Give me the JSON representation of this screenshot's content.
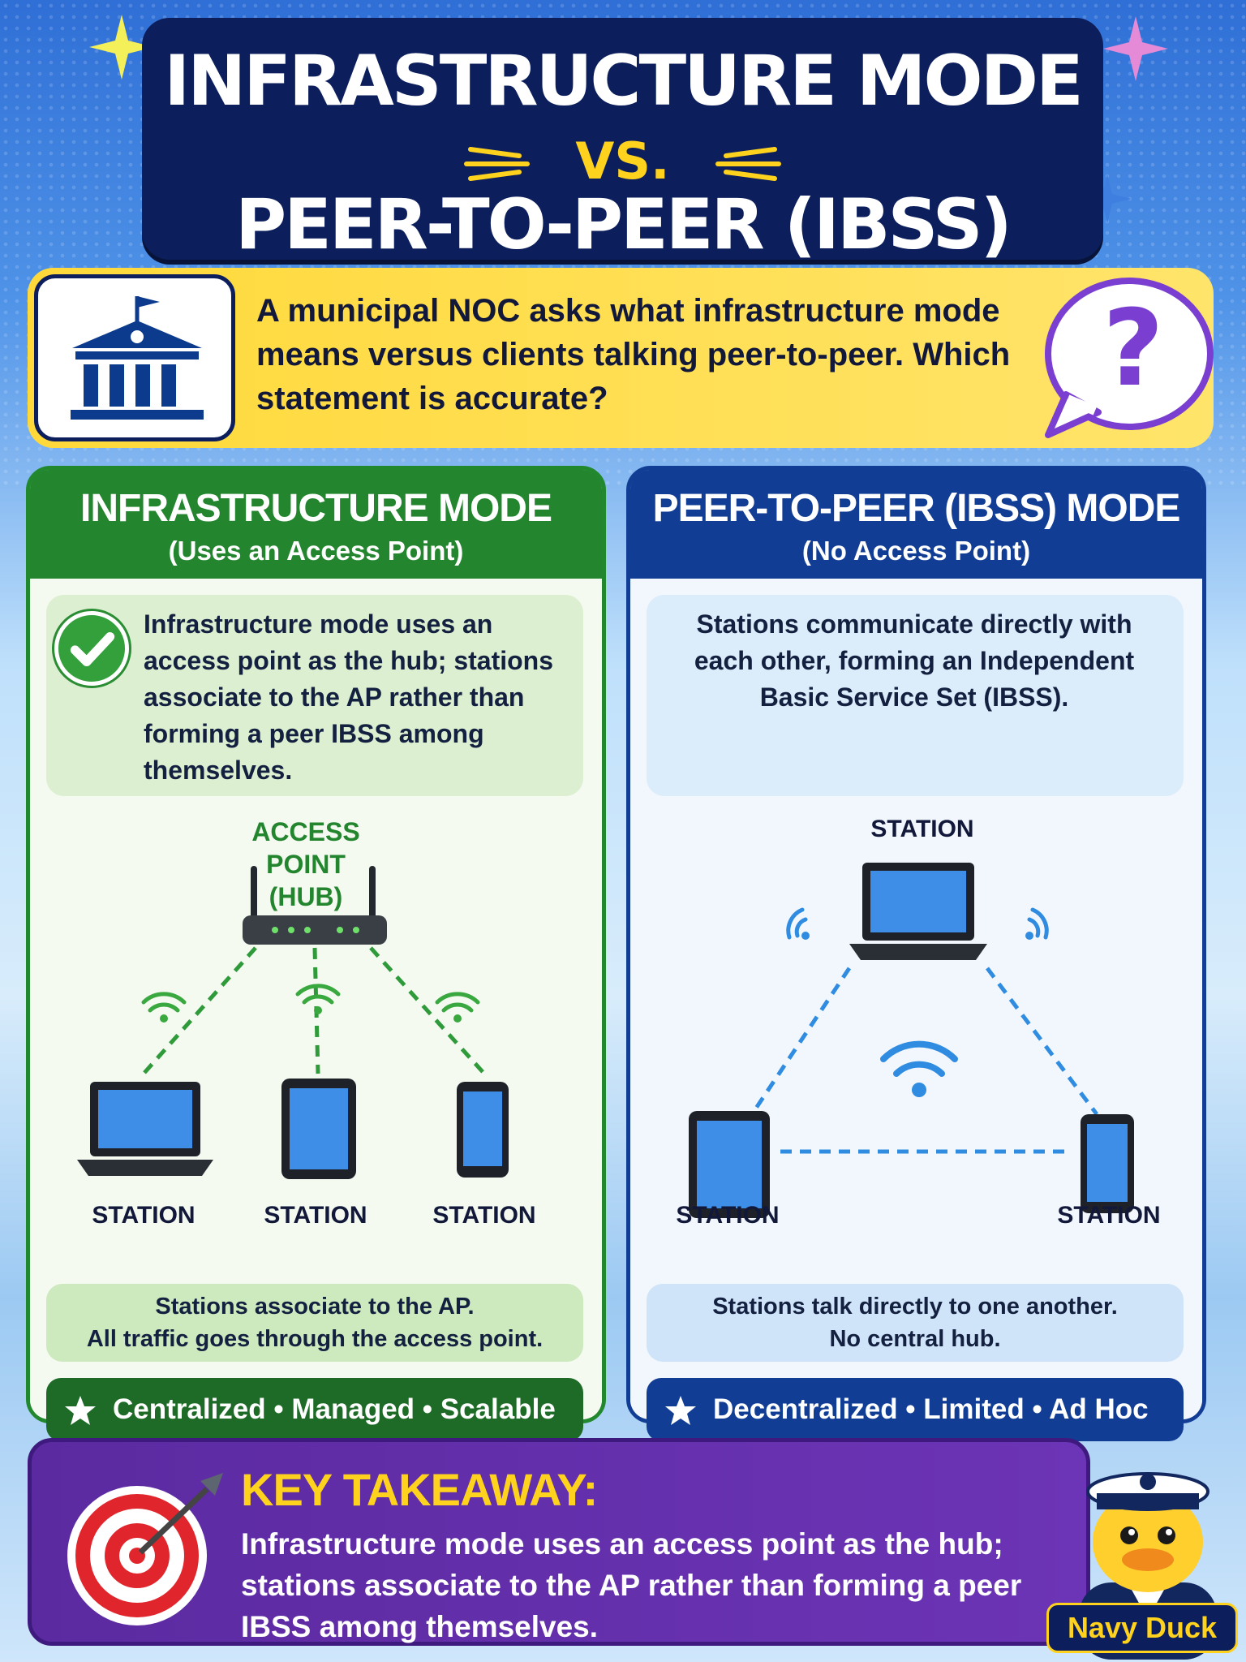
{
  "title": {
    "line1": "INFRASTRUCTURE MODE",
    "vs": "VS.",
    "line2": "PEER-TO-PEER (IBSS)"
  },
  "question": {
    "text": "A municipal NOC asks what infrastructure mode means versus clients talking peer-to-peer. Which statement is accurate?",
    "bubble_symbol": "?"
  },
  "infrastructure": {
    "title": "INFRASTRUCTURE MODE",
    "subtitle": "(Uses an Access Point)",
    "statement": "Infrastructure mode uses an access point as the hub; stations associate to the AP rather than forming a peer IBSS among themselves.",
    "ap_label_line1": "ACCESS POINT",
    "ap_label_line2": "(HUB)",
    "stations": [
      "STATION",
      "STATION",
      "STATION"
    ],
    "summary_line1": "Stations associate to the AP.",
    "summary_line2": "All traffic goes through the access point.",
    "traits": "Centralized • Managed • Scalable"
  },
  "peer": {
    "title": "PEER-TO-PEER (IBSS) MODE",
    "subtitle": "(No Access Point)",
    "statement": "Stations communicate directly with each other, forming an Independent Basic Service Set (IBSS).",
    "top_station": "STATION",
    "left_station": "STATION",
    "right_station": "STATION",
    "summary_line1": "Stations talk directly to one another.",
    "summary_line2": "No central hub.",
    "traits": "Decentralized • Limited • Ad Hoc"
  },
  "takeaway": {
    "title": "KEY TAKEAWAY:",
    "text": "Infrastructure mode uses an access point as the hub; stations associate to the AP rather than forming a peer IBSS among themselves."
  },
  "brand": {
    "name": "Navy Duck"
  },
  "colors": {
    "navy": "#0c1f5c",
    "green": "#23862f",
    "blue": "#123d95",
    "yellow": "#ffd21e",
    "purple": "#5b2aa0"
  }
}
